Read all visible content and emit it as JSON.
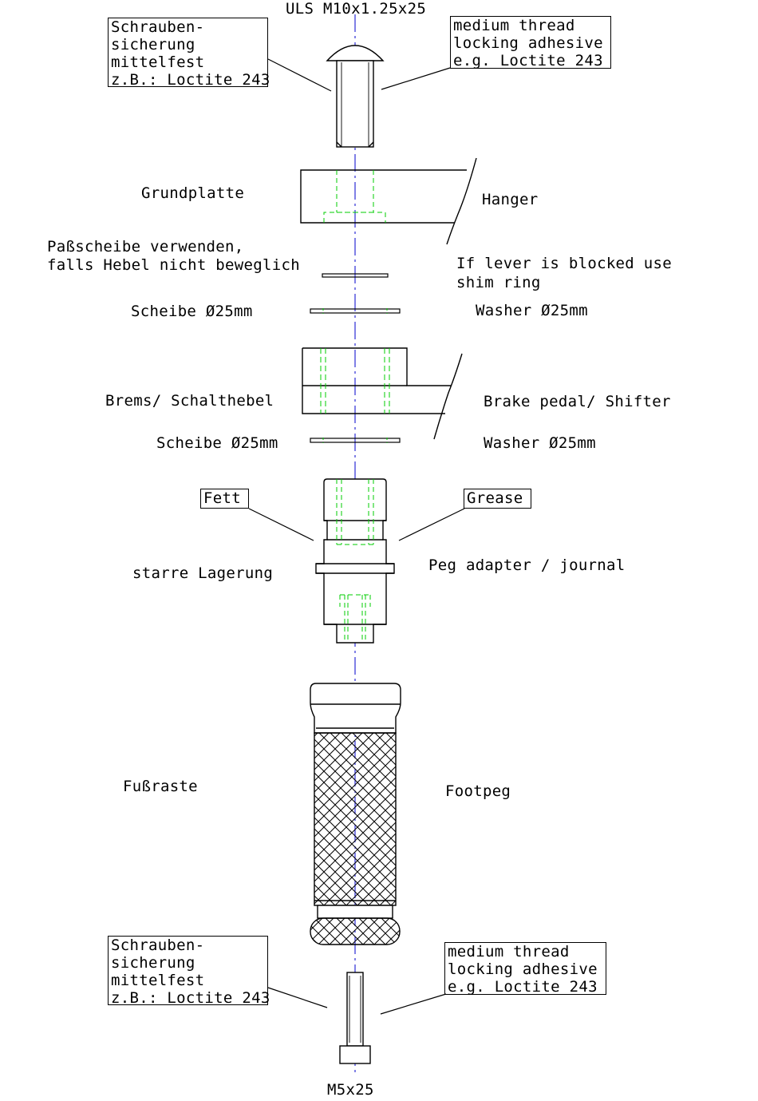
{
  "labels": {
    "top_screw": "ULS M10x1.25x25",
    "bottom_screw": "M5x25",
    "grundplatte": "Grundplatte",
    "hanger": "Hanger",
    "shim_de_1": "Paßscheibe verwenden,",
    "shim_de_2": "falls Hebel nicht beweglich",
    "shim_en_1": "If lever is blocked use",
    "shim_en_2": "shim ring",
    "scheibe_1": "Scheibe Ø25mm",
    "washer_1": "Washer Ø25mm",
    "lever_de": "Brems/ Schalthebel",
    "lever_en": "Brake pedal/ Shifter",
    "scheibe_2": "Scheibe Ø25mm",
    "washer_2": "Washer Ø25mm",
    "fett": "Fett",
    "grease": "Grease",
    "bearing_de": "starre Lagerung",
    "adapter_en": "Peg adapter / journal",
    "footpeg_de": "Fußraste",
    "footpeg_en": "Footpeg"
  },
  "notes": {
    "top_de": [
      "Schrauben-",
      "sicherung",
      "mittelfest",
      "z.B.: Loctite 243"
    ],
    "top_en": [
      "medium thread",
      "locking adhesive",
      "e.g. Loctite 243"
    ],
    "bottom_de": [
      "Schrauben-",
      "sicherung",
      "mittelfest",
      "z.B.: Loctite 243"
    ],
    "bottom_en": [
      "medium thread",
      "locking adhesive",
      "e.g. Loctite 243"
    ]
  },
  "colors": {
    "line": "#000000",
    "hidden": "#00cc00",
    "centerline": "#0000cc"
  }
}
